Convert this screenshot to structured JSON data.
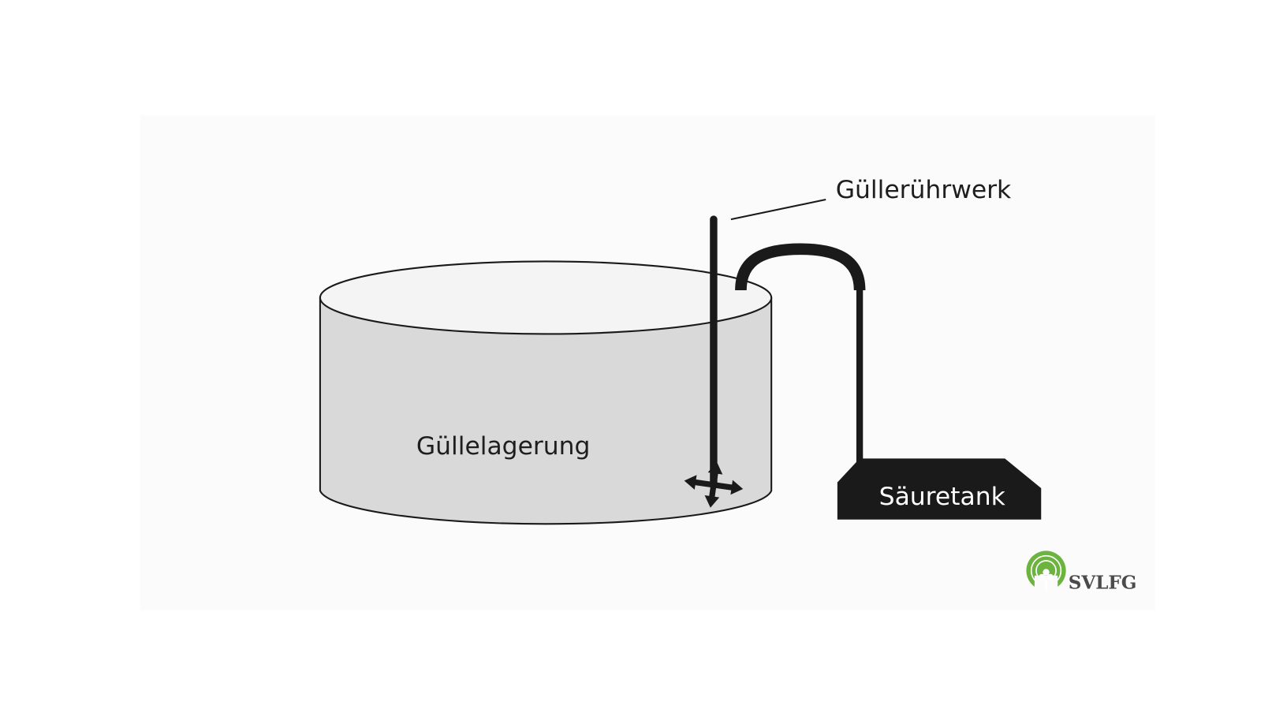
{
  "diagram": {
    "labels": {
      "stirrer": "Güllerührwerk",
      "storage": "Güllelagerung",
      "acid_tank": "Säuretank"
    },
    "logo": {
      "text": "SVLFG",
      "green": "#6cb33f",
      "text_color": "#4a4a4a"
    },
    "colors": {
      "tank_fill": "#d9d9d9",
      "line": "#1a1a1a"
    }
  }
}
